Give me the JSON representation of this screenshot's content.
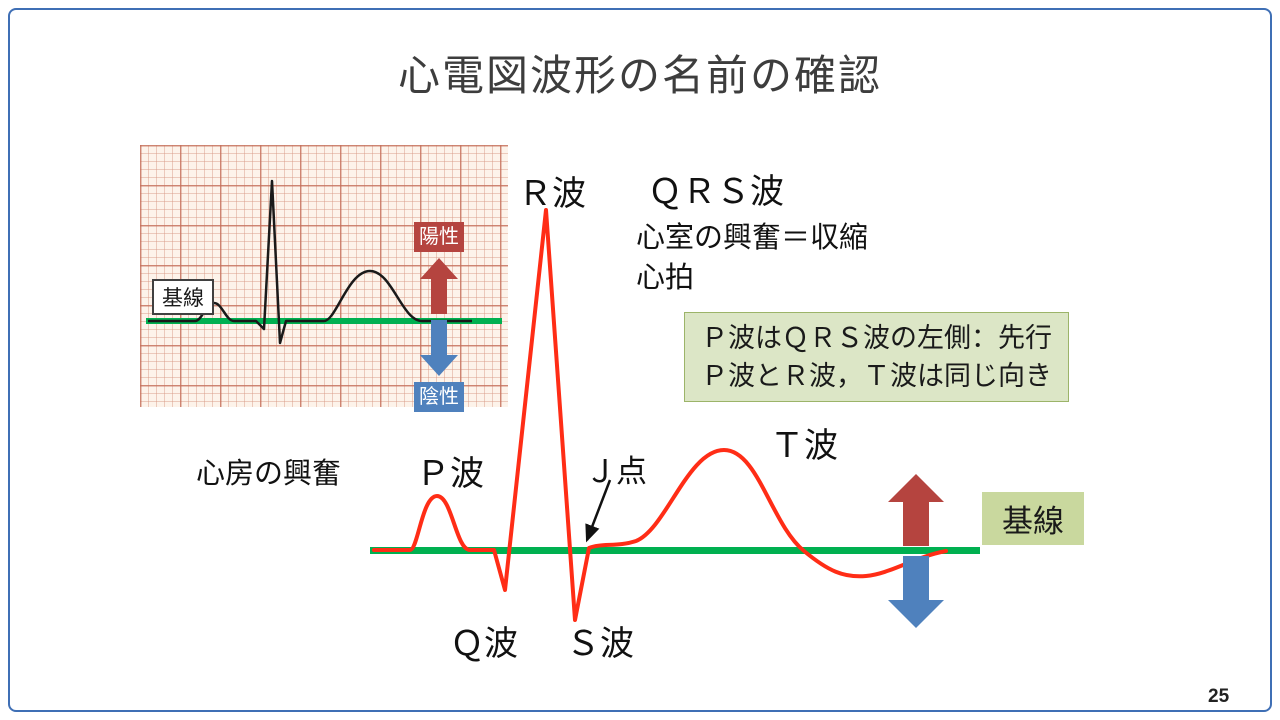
{
  "slide": {
    "title": "心電図波形の名前の確認",
    "page_number": "25"
  },
  "inset": {
    "baseline_label": "基線",
    "positive_label": "陽性",
    "negative_label": "陰性"
  },
  "waveform_labels": {
    "r_wave": "Ｒ波",
    "qrs_wave": "ＱＲＳ波",
    "ventricular_excitation": "心室の興奮＝収縮",
    "heartbeat": "心拍",
    "atrial_excitation": "心房の興奮",
    "p_wave": "Ｐ波",
    "j_point": "Ｊ点",
    "t_wave": "Ｔ波",
    "q_wave": "Ｑ波",
    "s_wave": "Ｓ波",
    "baseline": "基線"
  },
  "note_box": {
    "line1": "Ｐ波はＱＲＳ波の左側：先行",
    "line2": "Ｐ波とＲ波，Ｔ波は同じ向き"
  },
  "colors": {
    "ecg_trace_red": "#ff2d16",
    "baseline_green": "#00b050",
    "positive_red": "#b5443f",
    "negative_blue": "#4f81bd",
    "note_box_green": "#dce6c6",
    "baseline_box_green": "#c9d89e",
    "slide_border_blue": "#3f6fb5"
  }
}
